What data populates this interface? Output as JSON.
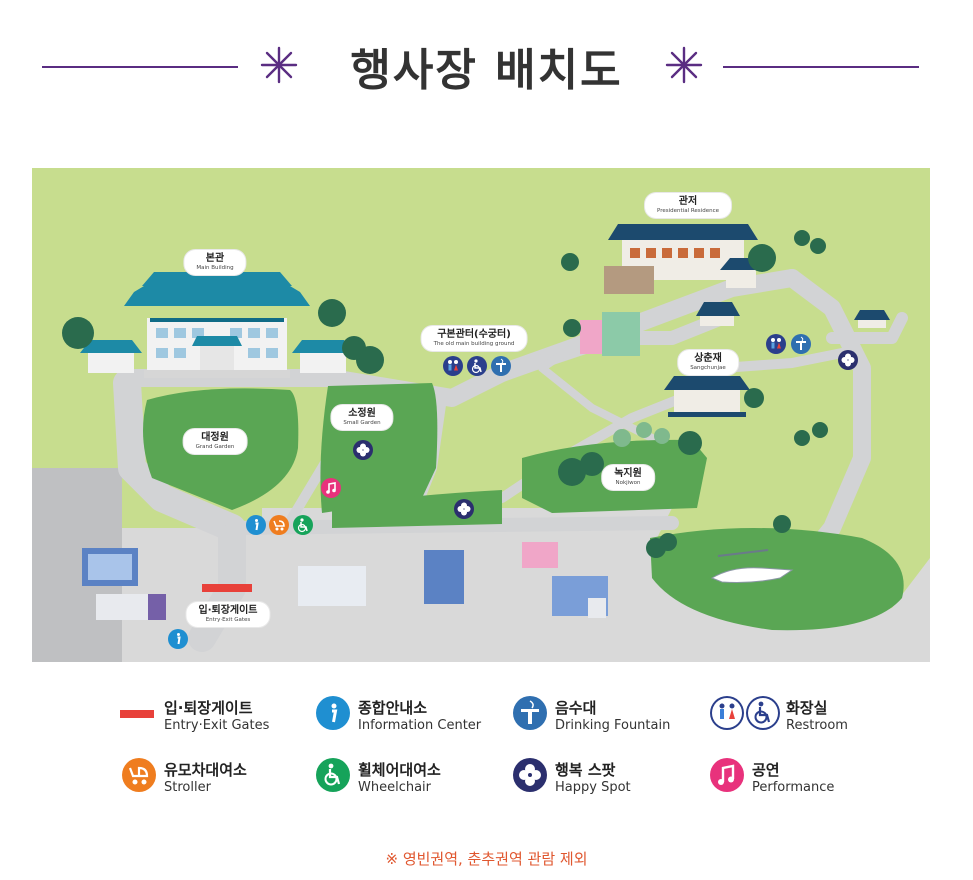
{
  "header": {
    "title": "행사장 배치도"
  },
  "map": {
    "labels": {
      "main_building": {
        "ko": "본관",
        "en": "Main Building"
      },
      "residence": {
        "ko": "관저",
        "en": "Presidential Residence"
      },
      "old_main": {
        "ko": "구본관터(수궁터)",
        "en": "The old main building ground"
      },
      "sangchunjae": {
        "ko": "상춘재",
        "en": "Sangchunjae"
      },
      "grand_garden": {
        "ko": "대정원",
        "en": "Grand Garden"
      },
      "small_garden": {
        "ko": "소정원",
        "en": "Small Garden"
      },
      "nokjiwon": {
        "ko": "녹지원",
        "en": "Nokjiwon"
      },
      "gates": {
        "ko": "입·퇴장게이트",
        "en": "Entry·Exit Gates"
      }
    }
  },
  "legend": {
    "gate": {
      "ko": "입·퇴장게이트",
      "en": "Entry·Exit Gates",
      "color": "#e8413a"
    },
    "info": {
      "ko": "종합안내소",
      "en": "Information Center",
      "color": "#1f8fd1"
    },
    "fountain": {
      "ko": "음수대",
      "en": "Drinking Fountain",
      "color": "#2f6fb0"
    },
    "restroom": {
      "ko": "화장실",
      "en": "Restroom",
      "color": "#2b3f8c"
    },
    "stroller": {
      "ko": "유모차대여소",
      "en": "Stroller",
      "color": "#ef7d1f"
    },
    "wheelchair": {
      "ko": "휠체어대여소",
      "en": "Wheelchair",
      "color": "#16a35a"
    },
    "happy": {
      "ko": "행복 스팟",
      "en": "Happy Spot",
      "color": "#2b2f6e"
    },
    "performance": {
      "ko": "공연",
      "en": "Performance",
      "color": "#e8327c"
    }
  },
  "note": "※ 영빈권역, 춘추권역 관람 제외"
}
